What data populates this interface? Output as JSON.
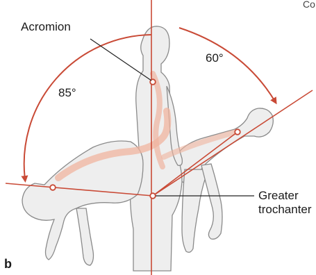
{
  "labels": {
    "acromion": "Acromion",
    "angle_left": "85°",
    "angle_right": "60°",
    "greater_trochanter_line1": "Greater",
    "greater_trochanter_line2": "trochanter",
    "panel_letter": "b",
    "corner_text": "Co"
  },
  "colors": {
    "axis_line": "#c94a36",
    "arc": "#c94a36",
    "spine_highlight": "#f0b49f",
    "figure_fill": "#eeeeee",
    "figure_stroke": "#8a8a8a",
    "leader_line": "#222222",
    "background": "#ffffff"
  },
  "angles": {
    "extension_deg": 60,
    "flexion_deg": 85
  }
}
